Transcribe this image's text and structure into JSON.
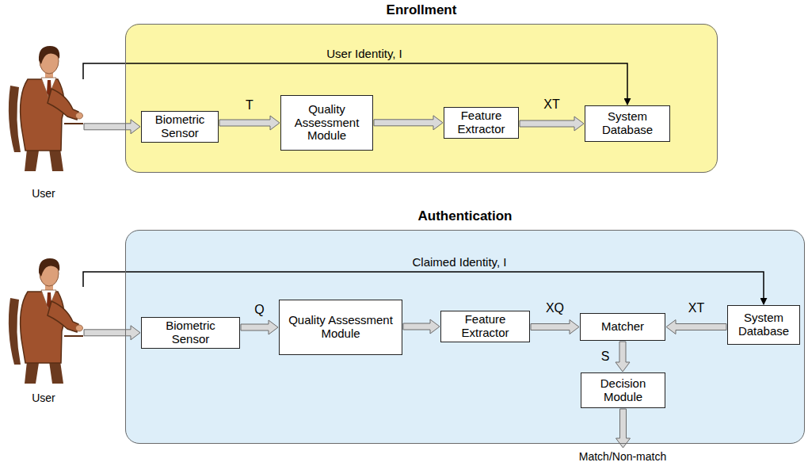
{
  "diagram": {
    "nodes": [
      {
        "text": [
          "Enrollment"
        ]
      },
      {
        "text": [
          "User"
        ]
      },
      {
        "text": [
          "Biometric Sensor"
        ],
        "in": 0
      },
      {
        "text": [
          "Quality Assessment Module"
        ],
        "in": 0
      },
      {
        "text": [
          "Feature Extractor"
        ],
        "in": 0
      },
      {
        "text": [
          "System Database"
        ],
        "in": 0
      },
      {
        "text": [
          "Authentication"
        ]
      },
      {
        "text": [
          "User"
        ]
      },
      {
        "text": [
          "Biometric Sensor"
        ],
        "in": 6
      },
      {
        "text": [
          "Quality Assessment Module"
        ],
        "in": 6
      },
      {
        "text": [
          "Feature Extractor"
        ],
        "in": 6
      },
      {
        "text": [
          "Matcher"
        ],
        "in": 6
      },
      {
        "text": [
          "System Database"
        ],
        "in": 6
      },
      {
        "text": [
          "Decision Module"
        ],
        "in": 6
      }
    ],
    "edges": [
      {
        "from": 1,
        "to": 2,
        "arrow": "to"
      },
      {
        "from": 2,
        "to": 3,
        "label": "T",
        "arrow": "to"
      },
      {
        "from": 3,
        "to": 4,
        "arrow": "to"
      },
      {
        "from": 4,
        "to": 5,
        "label": "XT",
        "arrow": "to"
      },
      {
        "from": 1,
        "to": 5,
        "label": "User Identity, I",
        "arrow": "to"
      },
      {
        "from": 7,
        "to": 8,
        "arrow": "to"
      },
      {
        "from": 8,
        "to": 9,
        "label": "Q",
        "arrow": "to"
      },
      {
        "from": 9,
        "to": 10,
        "arrow": "to"
      },
      {
        "from": 10,
        "to": 11,
        "label": "XQ",
        "arrow": "to"
      },
      {
        "from": 12,
        "to": 11,
        "label": "XT",
        "arrow": "to"
      },
      {
        "from": 11,
        "to": 13,
        "label": "S",
        "arrow": "to"
      },
      {
        "from": 7,
        "to": 12,
        "label": "Claimed Identity, I",
        "arrow": "to"
      }
    ],
    "labels": [
      "Match/Non-match"
    ]
  }
}
